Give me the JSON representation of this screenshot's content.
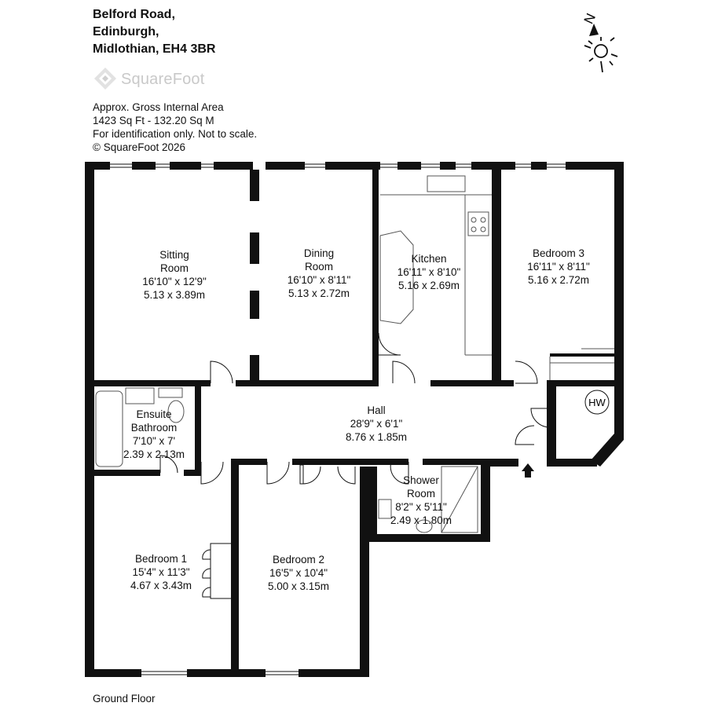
{
  "address": [
    "Belford Road,",
    "Edinburgh,",
    "Midlothian, EH4 3BR"
  ],
  "logo_text": "SquareFoot",
  "info": [
    "Approx. Gross Internal Area",
    "1423 Sq Ft  -  132.20 Sq M",
    "For identification only. Not to scale.",
    "© SquareFoot 2026"
  ],
  "compass_label": "N",
  "rooms": {
    "sitting": [
      "Sitting",
      "Room",
      "16'10\" x 12'9\"",
      "5.13 x 3.89m"
    ],
    "dining": [
      "Dining",
      "Room",
      "16'10\" x 8'11\"",
      "5.13 x 2.72m"
    ],
    "kitchen": [
      "Kitchen",
      "16'11\" x 8'10\"",
      "5.16 x 2.69m"
    ],
    "bedroom3": [
      "Bedroom 3",
      "16'11\" x 8'11\"",
      "5.16 x 2.72m"
    ],
    "ensuite": [
      "Ensuite",
      "Bathroom",
      "7'10\" x 7'",
      "2.39 x 2.13m"
    ],
    "hall": [
      "Hall",
      "28'9\" x 6'1\"",
      "8.76 x 1.85m"
    ],
    "shower": [
      "Shower",
      "Room",
      "8'2\" x 5'11\"",
      "2.49 x 1.80m"
    ],
    "bedroom1": [
      "Bedroom 1",
      "15'4\" x 11'3\"",
      "4.67 x 3.43m"
    ],
    "bedroom2": [
      "Bedroom 2",
      "16'5\" x 10'4\"",
      "5.00 x 3.15m"
    ]
  },
  "hw_label": "HW",
  "floor_label": "Ground Floor"
}
